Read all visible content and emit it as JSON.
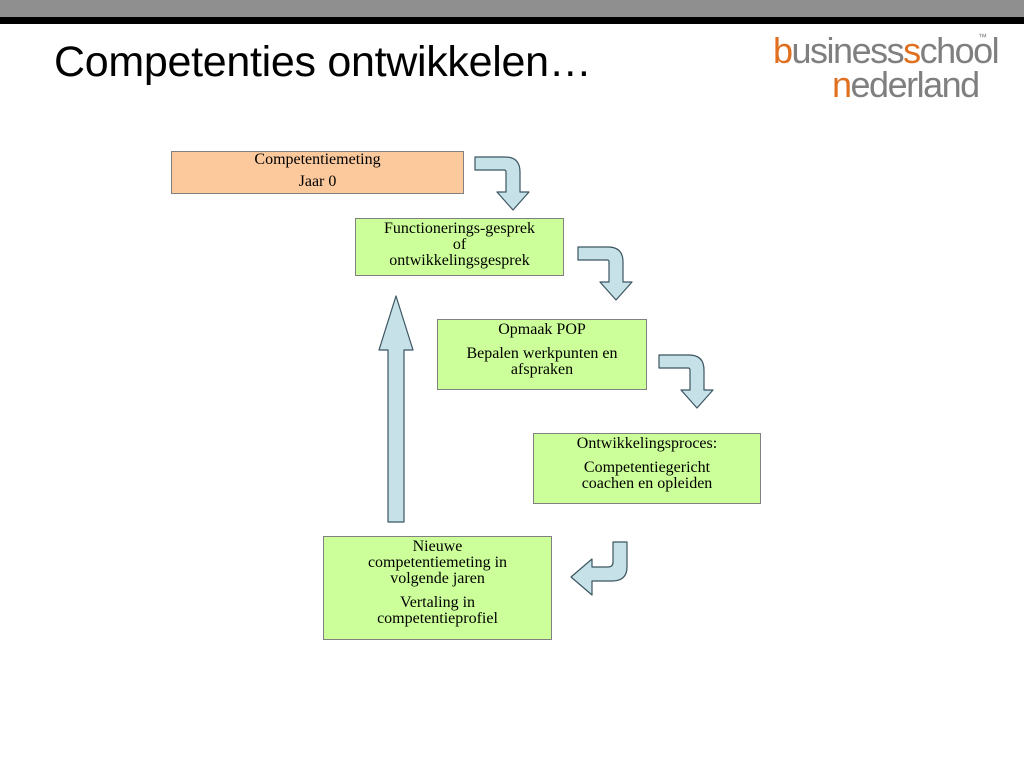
{
  "slide": {
    "title": "Competenties ontwikkelen…"
  },
  "logo": {
    "line1_accent": "b",
    "line1_a": "usiness",
    "line1_accent2": "s",
    "line1_b": "chool",
    "line2_accent": "n",
    "line2_rest": "ederland",
    "tm": "™"
  },
  "diagram": {
    "box1": {
      "line1": "Competentiemeting",
      "line2": "Jaar 0"
    },
    "box2": {
      "line1": "Functionerings-gesprek",
      "line2": "of",
      "line3": "ontwikkelingsgesprek"
    },
    "box3": {
      "line1": "Opmaak POP",
      "line2": "Bepalen werkpunten en",
      "line3": "afspraken"
    },
    "box4": {
      "line1": "Ontwikkelingsproces:",
      "line2": "Competentiegericht",
      "line3": "coachen en opleiden"
    },
    "box5": {
      "line1": "Nieuwe",
      "line2": "competentiemeting in",
      "line3": "volgende jaren",
      "line4": "Vertaling in",
      "line5": "competentieprofiel"
    }
  },
  "colors": {
    "start_box": "#fcc99d",
    "step_box": "#ccff99",
    "arrow_fill": "#c6e2e8",
    "arrow_stroke": "#3b5561"
  }
}
